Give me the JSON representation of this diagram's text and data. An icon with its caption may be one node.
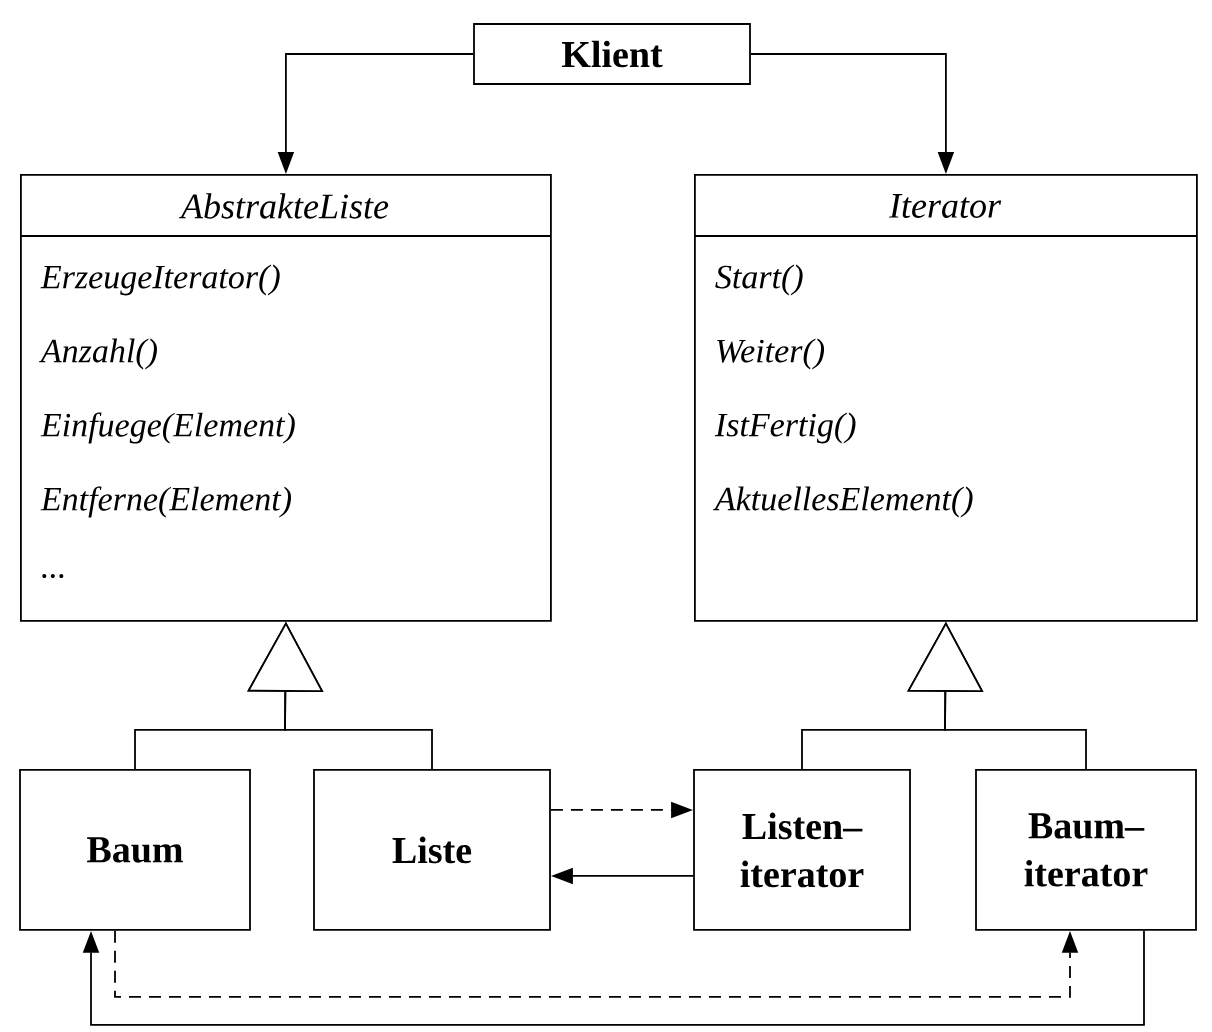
{
  "diagram": {
    "nodes": [
      {
        "text": [
          "Klient"
        ]
      },
      {
        "text": [
          "AbstrakteListe",
          "ErzeugeIterator()",
          "Anzahl()",
          "Einfuege(Element)",
          "Entferne(Element)",
          "..."
        ]
      },
      {
        "text": [
          "Iterator",
          "Start()",
          "Weiter()",
          "IstFertig()",
          "AktuellesElement()"
        ]
      },
      {
        "text": [
          "Baum"
        ]
      },
      {
        "text": [
          "Liste"
        ]
      },
      {
        "text": [
          "Listen– iterator"
        ]
      },
      {
        "text": [
          "Baum– iterator"
        ]
      }
    ],
    "edges": [
      {
        "from": 0,
        "to": 1,
        "arrow": "to"
      },
      {
        "from": 0,
        "to": 2,
        "arrow": "to"
      },
      {
        "from": 3,
        "to": 1,
        "arrow": "to"
      },
      {
        "from": 4,
        "to": 1,
        "arrow": "to"
      },
      {
        "from": 5,
        "to": 2,
        "arrow": "to"
      },
      {
        "from": 6,
        "to": 2,
        "arrow": "to"
      },
      {
        "from": 4,
        "to": 5,
        "arrow": "to",
        "style": "dashed"
      },
      {
        "from": 5,
        "to": 4,
        "arrow": "to"
      },
      {
        "from": 3,
        "to": 6,
        "arrow": "to",
        "style": "dashed"
      },
      {
        "from": 6,
        "to": 3,
        "arrow": "to"
      }
    ]
  }
}
